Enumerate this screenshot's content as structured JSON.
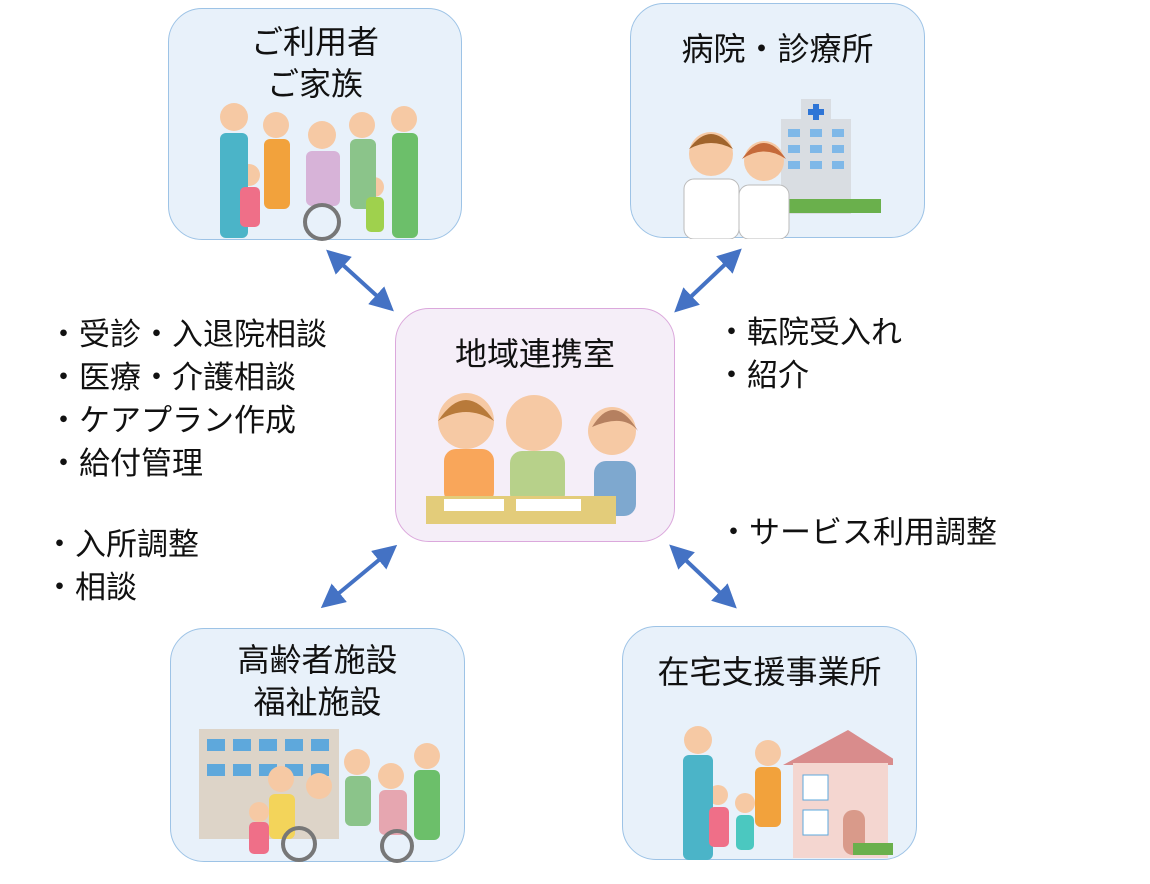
{
  "nodes": {
    "users": {
      "title": "ご利用者\nご家族"
    },
    "hospital": {
      "title": "病院・診療所"
    },
    "center": {
      "title": "地域連携室"
    },
    "facility": {
      "title": "高齢者施設\n福祉施設"
    },
    "home_support": {
      "title": "在宅支援事業所"
    }
  },
  "lists": {
    "users": [
      "・受診・入退院相談",
      "・医療・介護相談",
      "・ケアプラン作成",
      "・給付管理"
    ],
    "facility": [
      "・入所調整",
      "・相談"
    ],
    "hospital": [
      "・転院受入れ",
      "・紹介"
    ],
    "home_support": [
      "・サービス利用調整"
    ]
  },
  "colors": {
    "arrow": "#4472c4",
    "box_blue": "#e8f1fa",
    "box_pink": "#f5eef8"
  }
}
